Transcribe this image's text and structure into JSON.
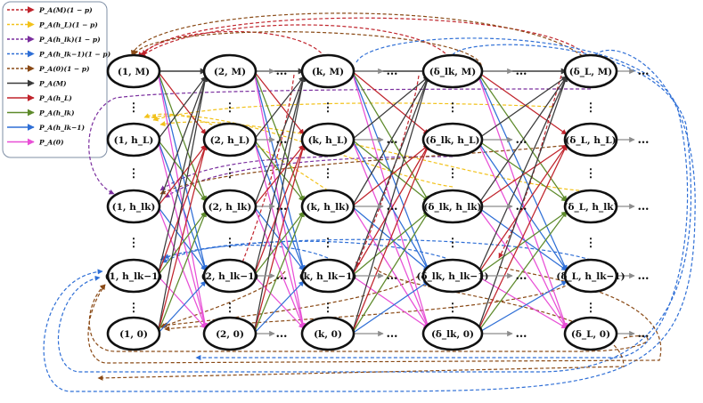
{
  "legend": [
    {
      "label": "P_A(M)(1 − p)",
      "color": "#c0242c",
      "dashed": true
    },
    {
      "label": "P_A(h_L)(1 − p)",
      "color": "#f2c21b",
      "dashed": true
    },
    {
      "label": "P_A(h_lk)(1 − p)",
      "color": "#7a2e9e",
      "dashed": true
    },
    {
      "label": "P_A(h_lk−1)(1 − p)",
      "color": "#2f6fd6",
      "dashed": true
    },
    {
      "label": "P_A(0)(1 − p)",
      "color": "#8a4a16",
      "dashed": true
    },
    {
      "label": "P_A(M)",
      "color": "#3a3a3a",
      "dashed": false
    },
    {
      "label": "P_A(h_L)",
      "color": "#c0242c",
      "dashed": false
    },
    {
      "label": "P_A(h_lk)",
      "color": "#5d8a2b",
      "dashed": false
    },
    {
      "label": "P_A(h_lk−1)",
      "color": "#2f6fd6",
      "dashed": false
    },
    {
      "label": "P_A(0)",
      "color": "#e84fd6",
      "dashed": false
    }
  ],
  "columns": [
    "1",
    "2",
    "k",
    "δ_lk",
    "δ_L"
  ],
  "rows": [
    "M",
    "h_L",
    "h_lk",
    "h_lk−1",
    "0"
  ],
  "nodes": [
    [
      "(1, M)",
      "(2, M)",
      "(k, M)",
      "(δ_lk, M)",
      "(δ_L, M)"
    ],
    [
      "(1, h_L)",
      "(2, h_L)",
      "(k, h_L)",
      "(δ_lk, h_L)",
      "(δ_L, h_L)"
    ],
    [
      "(1, h_lk)",
      "(2, h_lk)",
      "(k, h_lk)",
      "(δ_lk, h_lk)",
      "(δ_L, h_lk)"
    ],
    [
      "(1, h_lk−1)",
      "(2, h_lk−1)",
      "(k, h_lk−1)",
      "(δ_lk, h_lk−1)",
      "(δ_L, h_lk−1)"
    ],
    [
      "(1, 0)",
      "(2, 0)",
      "(k, 0)",
      "(δ_lk, 0)",
      "(δ_L, 0)"
    ]
  ],
  "ellipsis": "…",
  "vdots": "⋮",
  "colors": {
    "forward_arrow": "#8c8c8c",
    "node_stroke": "#111111",
    "legend_border": "#7f8fa6"
  }
}
